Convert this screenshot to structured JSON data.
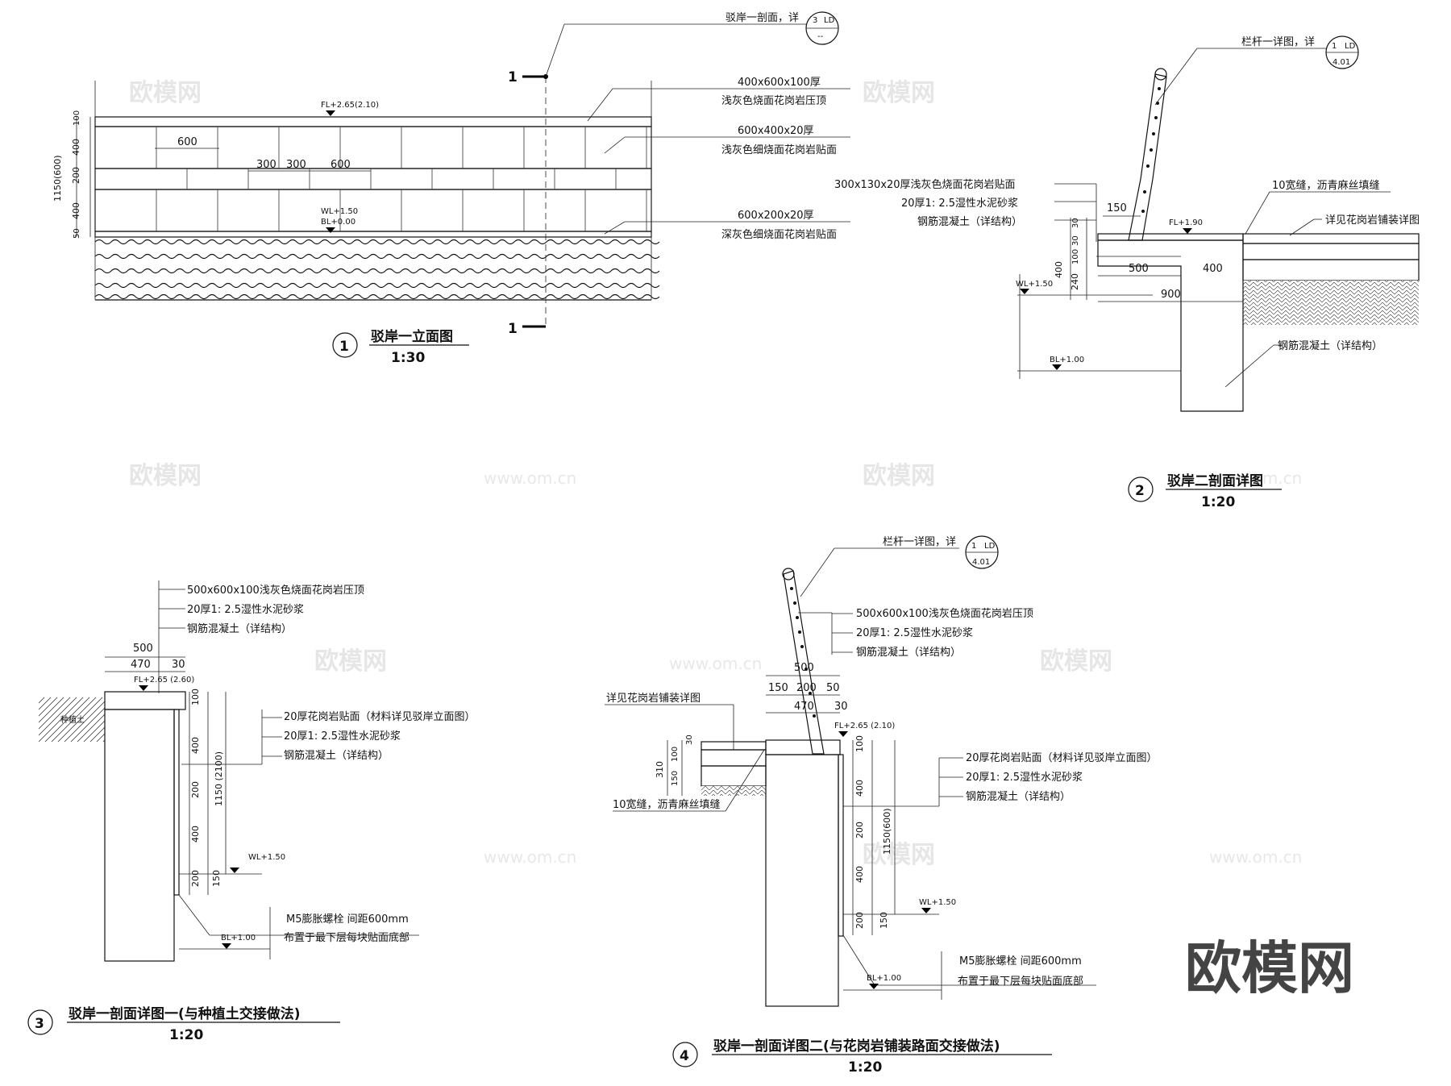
{
  "watermark": {
    "brand": "欧模网",
    "url": "www.om.cn"
  },
  "d1": {
    "title": "驳岸一立面图",
    "num": "1",
    "scale": "1:30",
    "section_mark": "1",
    "callout_sec": "驳岸一剖面，详",
    "callout_sec_top": "3",
    "callout_sec_tag": "LD",
    "callout_sec_bot": "--",
    "n1a": "400x600x100厚",
    "n1b": "浅灰色烧面花岗岩压顶",
    "n2a": "600x400x20厚",
    "n2b": "浅灰色细烧面花岗岩贴面",
    "n3a": "600x200x20厚",
    "n3b": "深灰色细烧面花岗岩贴面",
    "fl": "FL+2.65(2.10)",
    "wl": "WL+1.50",
    "bl": "BL+0.00",
    "dim_600": "600",
    "dim_300a": "300",
    "dim_300b": "300",
    "dim_600b": "600",
    "v_total": "1150(600)",
    "v_400a": "400",
    "v_200": "200",
    "v_400b": "400",
    "v_50": "50",
    "v_100": "100"
  },
  "d2": {
    "title": "驳岸二剖面详图",
    "num": "2",
    "scale": "1:20",
    "callout": "栏杆一详图，详",
    "callout_top": "1",
    "callout_tag": "LD",
    "callout_bot": "4.01",
    "l1": "300x130x20厚浅灰色烧面花岗岩贴面",
    "l2": "20厚1: 2.5湿性水泥砂浆",
    "l3": "钢筋混凝土（详结构）",
    "r1": "10宽缝，沥青麻丝填缝",
    "r2": "详见花岗岩铺装详图",
    "r3": "钢筋混凝土（详结构）",
    "fl": "FL+1.90",
    "wl": "WL+1.50",
    "bl": "BL+1.00",
    "d150": "150",
    "d500": "500",
    "d400": "400",
    "d900": "900",
    "v400": "400",
    "v240": "240",
    "v100": "100",
    "v30a": "30",
    "v30b": "30"
  },
  "d3": {
    "title": "驳岸一剖面详图一(与种植土交接做法)",
    "num": "3",
    "scale": "1:20",
    "n1": "500x600x100浅灰色烧面花岗岩压顶",
    "n2": "20厚1: 2.5湿性水泥砂浆",
    "n3": "钢筋混凝土（详结构）",
    "m1": "20厚花岗岩贴面（材料详见驳岸立面图）",
    "m2": "20厚1: 2.5湿性水泥砂浆",
    "m3": "钢筋混凝土（详结构）",
    "b1": "M5膨胀螺栓  间距600mm",
    "b2": "布置于最下层每块贴面底部",
    "soil": "种植土",
    "fl": "FL+2.65 (2.60)",
    "wl": "WL+1.50",
    "bl": "BL+1.00",
    "h500": "500",
    "h470": "470",
    "h30": "30",
    "v100": "100",
    "v400a": "400",
    "v200a": "200",
    "v400b": "400",
    "v200b": "200",
    "v150": "150",
    "vt": "1150 (2100)"
  },
  "d4": {
    "title": "驳岸一剖面详图二(与花岗岩铺装路面交接做法)",
    "num": "4",
    "scale": "1:20",
    "callout": "栏杆一详图，详",
    "callout_top": "1",
    "callout_tag": "LD",
    "callout_bot": "4.01",
    "n1": "500x600x100浅灰色烧面花岗岩压顶",
    "n2": "20厚1: 2.5湿性水泥砂浆",
    "n3": "钢筋混凝土（详结构）",
    "p1": "详见花岗岩铺装详图",
    "p2": "10宽缝，沥青麻丝填缝",
    "m1": "20厚花岗岩贴面（材料详见驳岸立面图）",
    "m2": "20厚1: 2.5湿性水泥砂浆",
    "m3": "钢筋混凝土（详结构）",
    "b1": "M5膨胀螺栓  间距600mm",
    "b2": "布置于最下层每块贴面底部",
    "fl": "FL+2.65 (2.10)",
    "wl": "WL+1.50",
    "bl": "BL+1.00",
    "h500": "500",
    "h150": "150",
    "h200": "200",
    "h50": "50",
    "h470": "470",
    "h30": "30",
    "v310": "310",
    "v150": "150",
    "v100": "100",
    "v30": "30",
    "w100": "100",
    "w400a": "400",
    "w200a": "200",
    "w400b": "400",
    "w200b": "200",
    "w150": "150",
    "wt": "1150(600)"
  },
  "logo": "欧模网"
}
